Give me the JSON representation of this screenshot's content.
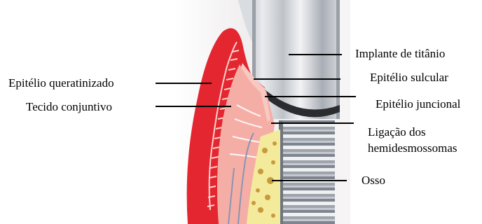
{
  "diagram": {
    "labels": {
      "implant": "Implante de titânio",
      "sulcular_epithelium": "Epitélio sulcular",
      "junctional_epithelium": "Epitélio juncional",
      "hemidesmosome_line1": "Ligação dos",
      "hemidesmosome_line2": "hemidesmossomas",
      "bone": "Osso",
      "keratinized_epithelium": "Epitélio queratinizado",
      "connective_tissue": "Tecido conjuntivo"
    }
  }
}
